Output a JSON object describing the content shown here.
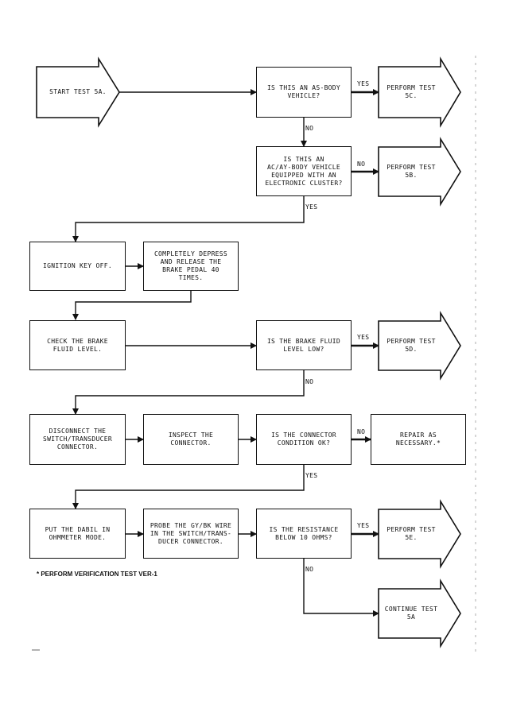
{
  "start": "START TEST 5A.",
  "q_asbody": "IS THIS AN AS-BODY\nVEHICLE?",
  "perform_5c": "PERFORM TEST\n5C.",
  "q_acay": "IS THIS AN\nAC/AY-BODY VEHICLE\nEQUIPPED WITH AN\nELECTRONIC CLUSTER?",
  "perform_5b": "PERFORM TEST\n5B.",
  "ignition_off": "IGNITION KEY OFF.",
  "depress_brake": "COMPLETELY DEPRESS\nAND RELEASE THE\nBRAKE PEDAL 40\nTIMES.",
  "check_fluid": "CHECK THE BRAKE\nFLUID LEVEL.",
  "q_fluid_low": "IS THE BRAKE FLUID\nLEVEL LOW?",
  "perform_5d": "PERFORM TEST\n5D.",
  "disconnect": "DISCONNECT THE\nSWITCH/TRANSDUCER\nCONNECTOR.",
  "inspect": "INSPECT THE\nCONNECTOR.",
  "q_connector_ok": "IS THE CONNECTOR\nCONDITION OK?",
  "repair": "REPAIR AS\nNECESSARY.*",
  "put_dabil": "PUT THE DABIL IN\nOHMMETER MODE.",
  "probe": "PROBE THE GY/BK WIRE\nIN THE SWITCH/TRANS-\nDUCER CONNECTOR.",
  "q_resistance": "IS THE RESISTANCE\nBELOW 10 OHMS?",
  "perform_5e": "PERFORM TEST\n5E.",
  "continue_5a": "CONTINUE TEST\n5A",
  "yes": "YES",
  "no": "NO",
  "footnote": "* PERFORM VERIFICATION TEST VER-1"
}
